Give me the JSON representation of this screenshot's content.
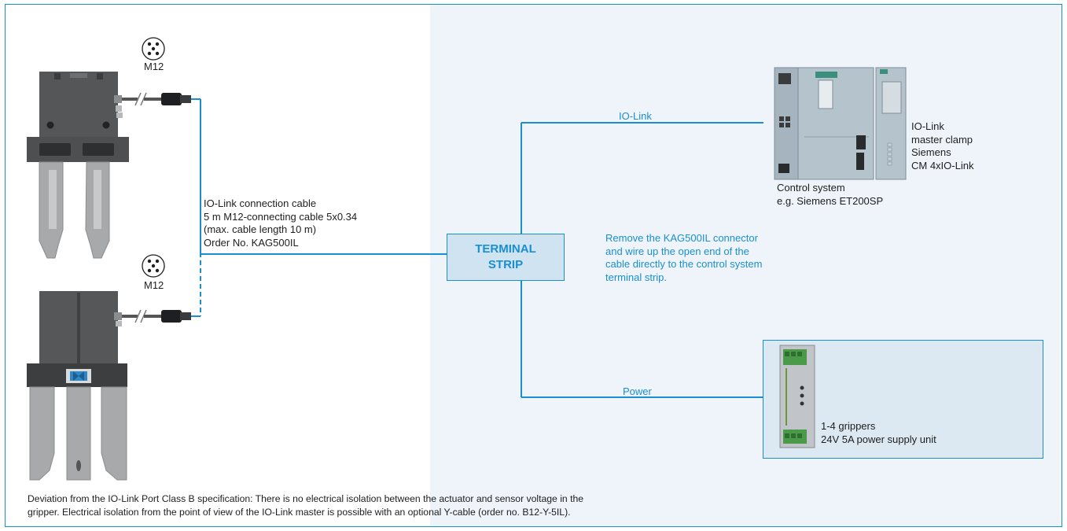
{
  "connector_labels": {
    "top": "M12",
    "bottom": "M12"
  },
  "cable_info": [
    "IO-Link connection cable",
    "5 m M12-connecting cable 5x0.34",
    "(max. cable length 10 m)",
    "Order No. KAG500IL"
  ],
  "terminal_strip": {
    "line1": "TERMINAL",
    "line2": "STRIP"
  },
  "io_link_label": "IO-Link",
  "power_label": "Power",
  "remove_note": [
    "Remove the KAG500IL connector",
    "and wire up the open end of the",
    "cable directly to the control system",
    "terminal strip."
  ],
  "control_system": [
    "Control system",
    "e.g. Siemens ET200SP"
  ],
  "master_clamp": [
    "IO-Link",
    "master clamp",
    "Siemens",
    "CM 4xIO-Link"
  ],
  "power_supply": [
    "1-4 grippers",
    "24V 5A power supply unit"
  ],
  "footnote": [
    "Deviation from the IO-Link Port Class B specification: There is no electrical isolation between the actuator and sensor voltage in the",
    "gripper. Electrical isolation from the point of view of the IO-Link master is possible with an optional Y-cable (order no. B12-Y-5IL)."
  ],
  "colors": {
    "accent": "#1a8fd0",
    "box_fill": "#cfe3f1",
    "panel_bg": "#eef4f9",
    "gripper_gray": "#5a5c5e"
  }
}
